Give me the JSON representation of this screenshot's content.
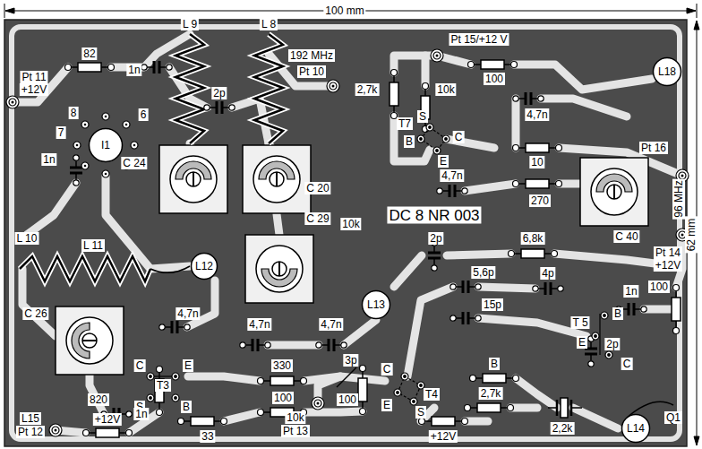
{
  "diagram": {
    "nodes": [
      {
        "text": [
          "I1"
        ]
      },
      {
        "text": [
          "L12"
        ]
      },
      {
        "text": [
          "L13"
        ]
      },
      {
        "text": [
          "L18"
        ]
      },
      {
        "text": [
          "L14"
        ]
      }
    ],
    "labels": [
      "100 mm",
      "62 mm",
      "82",
      "1n",
      "L 9",
      "L 8",
      "2p",
      "192 MHz",
      "Pt 10",
      "Pt 11",
      "+12V",
      "8",
      "7",
      "6",
      "2,7k",
      "Pt 15/+12 V",
      "100",
      "10k",
      "T7",
      "S",
      "B",
      "C",
      "E",
      "4,7n",
      "10",
      "Pt 16",
      "C 24",
      "1n",
      "4,7n",
      "270",
      "C 20",
      "C 40",
      "96 MHz",
      "DC 8 NR 003",
      "C 29",
      "L 10",
      "L 11",
      "2p",
      "6,8k",
      "Pt 14",
      "+12V",
      "5,6p",
      "4p",
      "1n",
      "100",
      "C 26",
      "4,7n",
      "4,7n",
      "4,7n",
      "15p",
      "B",
      "T 5",
      "E",
      "C",
      "2p",
      "3p",
      "C",
      "E",
      "T3",
      "S",
      "B",
      "330",
      "100",
      "C",
      "T4",
      "E",
      "S",
      "B",
      "820",
      "1n",
      "100",
      "2,7k",
      "2,2k",
      "Q1",
      "L15",
      "Pt 12",
      "+12V",
      "33",
      "10k",
      "Pt 13",
      "+12V",
      "10k"
    ]
  }
}
